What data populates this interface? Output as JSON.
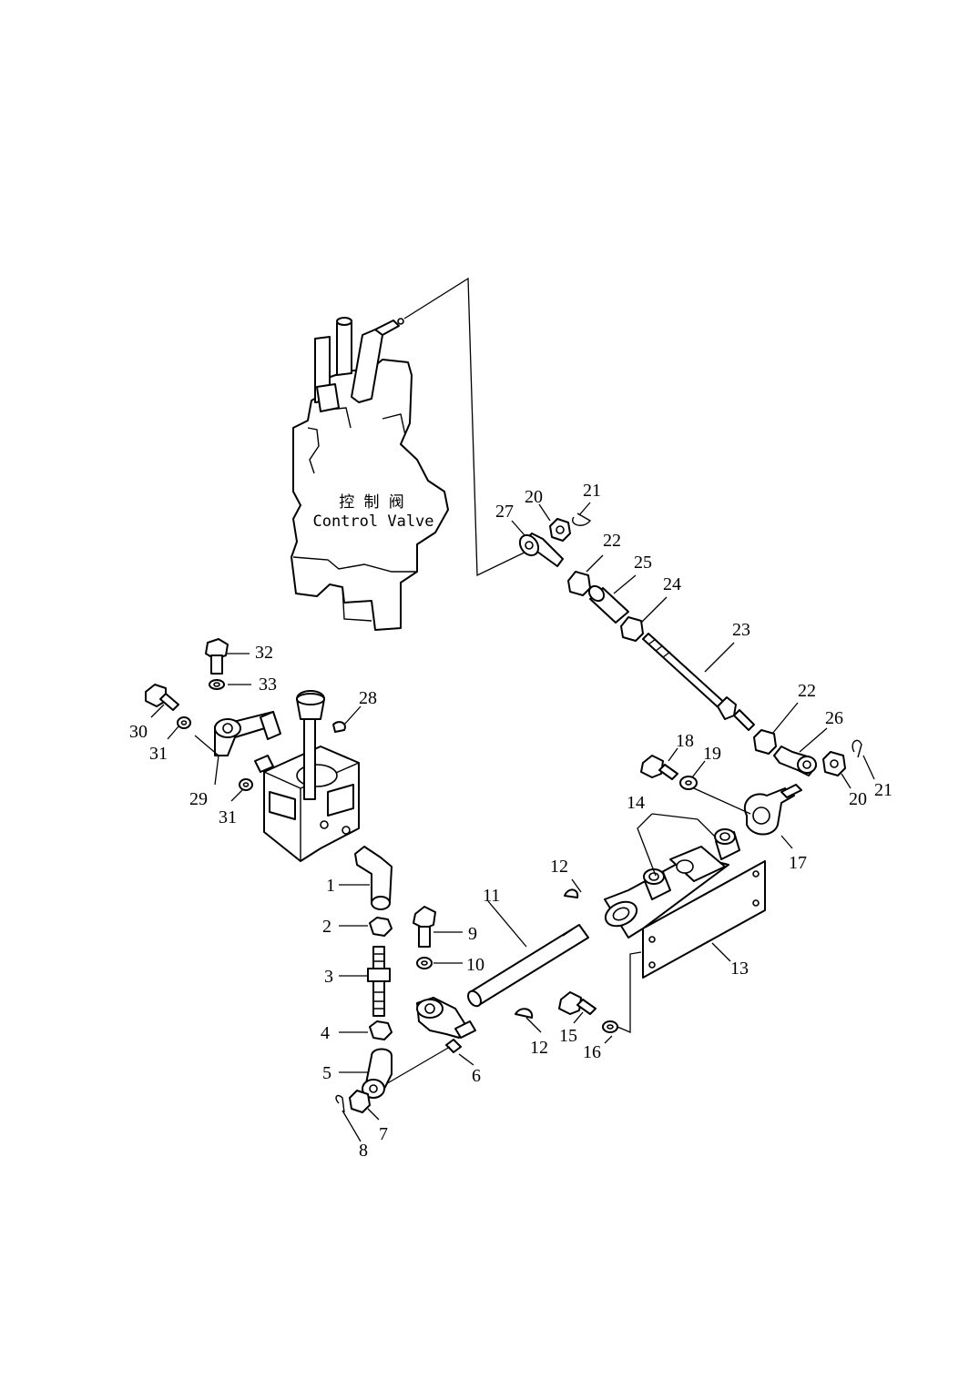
{
  "diagram": {
    "valve_label_cn": "控 制 阀",
    "valve_label_en": "Control Valve",
    "callouts": {
      "c1": "1",
      "c2": "2",
      "c3": "3",
      "c4": "4",
      "c5": "5",
      "c6": "6",
      "c7": "7",
      "c8": "8",
      "c9": "9",
      "c10": "10",
      "c11": "11",
      "c12a": "12",
      "c12b": "12",
      "c13": "13",
      "c14": "14",
      "c15": "15",
      "c16": "16",
      "c17": "17",
      "c18": "18",
      "c19": "19",
      "c20a": "20",
      "c20b": "20",
      "c21a": "21",
      "c21b": "21",
      "c22a": "22",
      "c22b": "22",
      "c23": "23",
      "c24": "24",
      "c25": "25",
      "c26": "26",
      "c27": "27",
      "c28": "28",
      "c29": "29",
      "c30": "30",
      "c31a": "31",
      "c31b": "31",
      "c32": "32",
      "c33": "33"
    }
  }
}
